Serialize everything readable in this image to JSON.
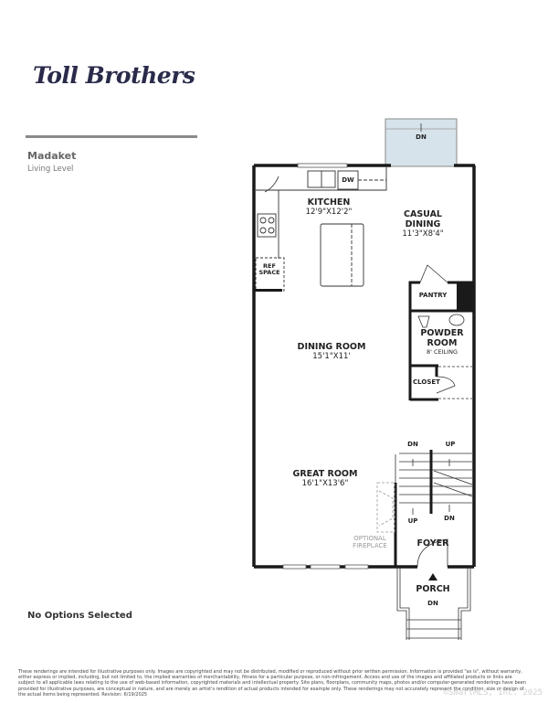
{
  "brand": {
    "logo_text": "Toll Brothers"
  },
  "plan": {
    "name": "Madaket",
    "level": "Living Level"
  },
  "rooms": {
    "kitchen": {
      "name": "KITCHEN",
      "dims": "12'9\"X12'2\""
    },
    "casual_dining": {
      "name_line1": "CASUAL",
      "name_line2": "DINING",
      "dims": "11'3\"X8'4\""
    },
    "dining_room": {
      "name": "DINING ROOM",
      "dims": "15'1\"X11'"
    },
    "great_room": {
      "name": "GREAT ROOM",
      "dims": "16'1\"X13'6\""
    },
    "powder_room": {
      "name_line1": "POWDER",
      "name_line2": "ROOM",
      "note": "8' CEILING"
    },
    "pantry": "PANTRY",
    "closet": "CLOSET",
    "foyer": "FOYER",
    "porch": "PORCH",
    "ref_space_line1": "REF",
    "ref_space_line2": "SPACE",
    "dw": "DW",
    "fireplace_line1": "OPTIONAL",
    "fireplace_line2": "FIREPLACE"
  },
  "stairs": {
    "deck_dn": "DN",
    "stair_dn_left": "DN",
    "stair_up_right": "UP",
    "stair_up_left": "UP",
    "stair_dn_right": "DN",
    "porch_dn": "DN"
  },
  "options_text": "No Options Selected",
  "disclaimer": "These renderings are intended for illustrative purposes only. Images are copyrighted and may not be distributed, modified or reproduced without prior written permission. Information is provided \"as is\", without warranty, either express or implied, including, but not limited to, the implied warranties of merchantability, fitness for a particular purpose, or non-infringement. Access and use of the images and affiliated products or links are subject to all applicable laws relating to the use of web-based information, copyrighted materials and intellectual property. Site plans, floorplans, community maps, photos and/or computer-generated renderings have been provided for illustrative purposes, are conceptual in nature, and are merely an artist's rendition of actual products intended for example only. These renderings may not accurately represent the condition, size or design of the actual items being represented. Revision: 6/19/2025",
  "watermark": "©SmartMLS, Inc. 2025",
  "colors": {
    "wall": "#1a1a1a",
    "deck": "#d6e3ea",
    "logo": "#2a2a4a"
  }
}
